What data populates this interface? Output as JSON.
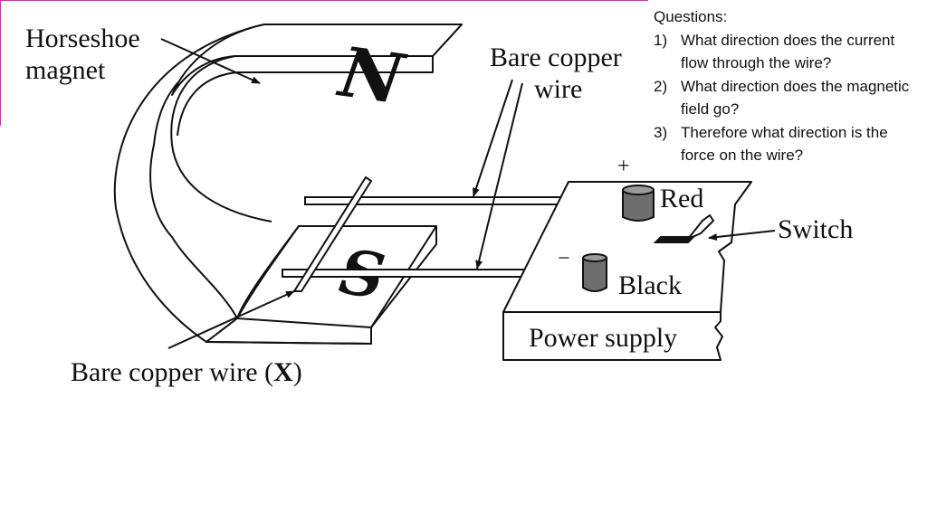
{
  "diagram": {
    "labels": {
      "horseshoe_magnet_line1": "Horseshoe",
      "horseshoe_magnet_line2": "magnet",
      "bare_copper_wire_top_line1": "Bare copper",
      "bare_copper_wire_top_line2": "wire",
      "pole_north": "N",
      "pole_south": "S",
      "plus_sign": "+",
      "minus_sign": "−",
      "red_terminal": "Red",
      "black_terminal": "Black",
      "switch": "Switch",
      "power_supply": "Power supply",
      "bare_copper_wire_x_prefix": "Bare copper wire (",
      "bare_copper_wire_x_mark": "X",
      "bare_copper_wire_x_suffix": ")"
    },
    "colors": {
      "terminal_fill": "#6e6e6e",
      "line": "#111111",
      "frame_accent": "#c03c9c"
    }
  },
  "questions": {
    "heading": "Questions:",
    "items": [
      {
        "number": "1)",
        "text": "What direction does the current flow through the wire?"
      },
      {
        "number": "2)",
        "text": "What direction does the magnetic field go?"
      },
      {
        "number": "3)",
        "text": "Therefore what direction is the force on the wire?"
      }
    ]
  }
}
